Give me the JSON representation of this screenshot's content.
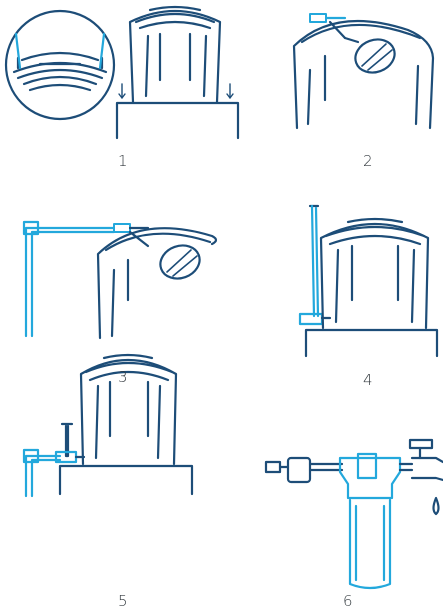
{
  "steps": [
    {
      "label": "1"
    },
    {
      "label": "2"
    },
    {
      "label": "3"
    },
    {
      "label": "4"
    },
    {
      "label": "5"
    },
    {
      "label": "6"
    }
  ],
  "colors": {
    "outline": "#1d4d78",
    "pipe": "#23a8dc",
    "text": "#333a3f",
    "background": "#ffffff"
  }
}
